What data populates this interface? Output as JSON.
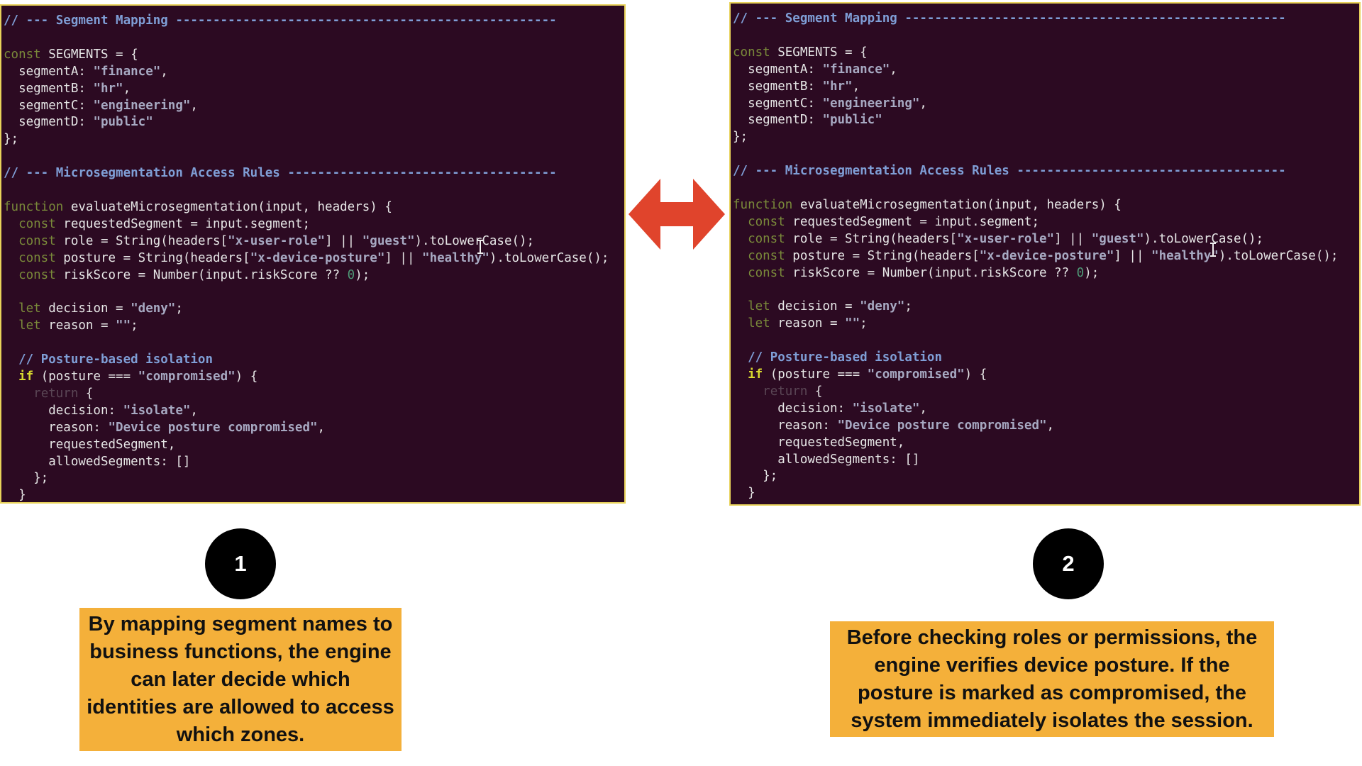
{
  "code": {
    "lines": [
      [
        [
          "// --- Segment Mapping ---------------------------------------------------",
          "cmt"
        ]
      ],
      [
        [
          "",
          ""
        ]
      ],
      [
        [
          "const",
          "kw"
        ],
        [
          " SEGMENTS = {",
          ""
        ]
      ],
      [
        [
          "  segmentA: ",
          ""
        ],
        [
          "\"finance\"",
          "str"
        ],
        [
          ",",
          ""
        ]
      ],
      [
        [
          "  segmentB: ",
          ""
        ],
        [
          "\"hr\"",
          "str"
        ],
        [
          ",",
          ""
        ]
      ],
      [
        [
          "  segmentC: ",
          ""
        ],
        [
          "\"engineering\"",
          "str"
        ],
        [
          ",",
          ""
        ]
      ],
      [
        [
          "  segmentD: ",
          ""
        ],
        [
          "\"public\"",
          "str"
        ]
      ],
      [
        [
          "};",
          ""
        ]
      ],
      [
        [
          "",
          ""
        ]
      ],
      [
        [
          "// --- Microsegmentation Access Rules ------------------------------------",
          "cmt"
        ]
      ],
      [
        [
          "",
          ""
        ]
      ],
      [
        [
          "function",
          "kw"
        ],
        [
          " evaluateMicrosegmentation(input, headers) {",
          ""
        ]
      ],
      [
        [
          "  ",
          ""
        ],
        [
          "const",
          "kw"
        ],
        [
          " requestedSegment = input.segment;",
          ""
        ]
      ],
      [
        [
          "  ",
          ""
        ],
        [
          "const",
          "kw"
        ],
        [
          " role = String(headers[",
          ""
        ],
        [
          "\"x-user-role\"",
          "str"
        ],
        [
          "] || ",
          ""
        ],
        [
          "\"guest\"",
          "str"
        ],
        [
          ").toLowerCase();",
          ""
        ]
      ],
      [
        [
          "  ",
          ""
        ],
        [
          "const",
          "kw"
        ],
        [
          " posture = String(headers[",
          ""
        ],
        [
          "\"x-device-posture\"",
          "str"
        ],
        [
          "] || ",
          ""
        ],
        [
          "\"healthy\"",
          "str"
        ],
        [
          ").toLowerCase();",
          ""
        ]
      ],
      [
        [
          "  ",
          ""
        ],
        [
          "const",
          "kw"
        ],
        [
          " riskScore = Number(input.riskScore ?? ",
          ""
        ],
        [
          "0",
          "num"
        ],
        [
          ");",
          ""
        ]
      ],
      [
        [
          "",
          ""
        ]
      ],
      [
        [
          "  ",
          ""
        ],
        [
          "let",
          "kw"
        ],
        [
          " decision = ",
          ""
        ],
        [
          "\"deny\"",
          "str"
        ],
        [
          ";",
          ""
        ]
      ],
      [
        [
          "  ",
          ""
        ],
        [
          "let",
          "kw"
        ],
        [
          " reason = ",
          ""
        ],
        [
          "\"\"",
          "str"
        ],
        [
          ";",
          ""
        ]
      ],
      [
        [
          "",
          ""
        ]
      ],
      [
        [
          "  // Posture-based isolation",
          "cmt"
        ]
      ],
      [
        [
          "  ",
          ""
        ],
        [
          "if",
          "if"
        ],
        [
          " (posture === ",
          ""
        ],
        [
          "\"compromised\"",
          "str"
        ],
        [
          ") {",
          ""
        ]
      ],
      [
        [
          "    ",
          ""
        ],
        [
          "return",
          "ret"
        ],
        [
          " {",
          ""
        ]
      ],
      [
        [
          "      decision: ",
          ""
        ],
        [
          "\"isolate\"",
          "str"
        ],
        [
          ",",
          ""
        ]
      ],
      [
        [
          "      reason: ",
          ""
        ],
        [
          "\"Device posture compromised\"",
          "str"
        ],
        [
          ",",
          ""
        ]
      ],
      [
        [
          "      requestedSegment,",
          ""
        ]
      ],
      [
        [
          "      allowedSegments: []",
          ""
        ]
      ],
      [
        [
          "    };",
          ""
        ]
      ],
      [
        [
          "  }",
          ""
        ]
      ]
    ]
  },
  "left_panel": {
    "cursor_icon": "text-cursor-icon"
  },
  "right_panel": {
    "cursor_icon": "text-cursor-icon"
  },
  "arrow": {
    "icon": "double-arrow-icon",
    "color": "#e0442c"
  },
  "steps": [
    {
      "number": "1",
      "text": "By mapping segment names to business functions, the engine can later decide which identities are allowed to access which zones."
    },
    {
      "number": "2",
      "text": "Before checking roles or permissions, the engine verifies device posture. If the posture is marked as compromised, the system immediately isolates the session."
    }
  ],
  "colors": {
    "panel_bg": "#2c0a22",
    "panel_border": "#e8d25a",
    "callout_bg": "#f4b03a",
    "badge_bg": "#000000"
  }
}
